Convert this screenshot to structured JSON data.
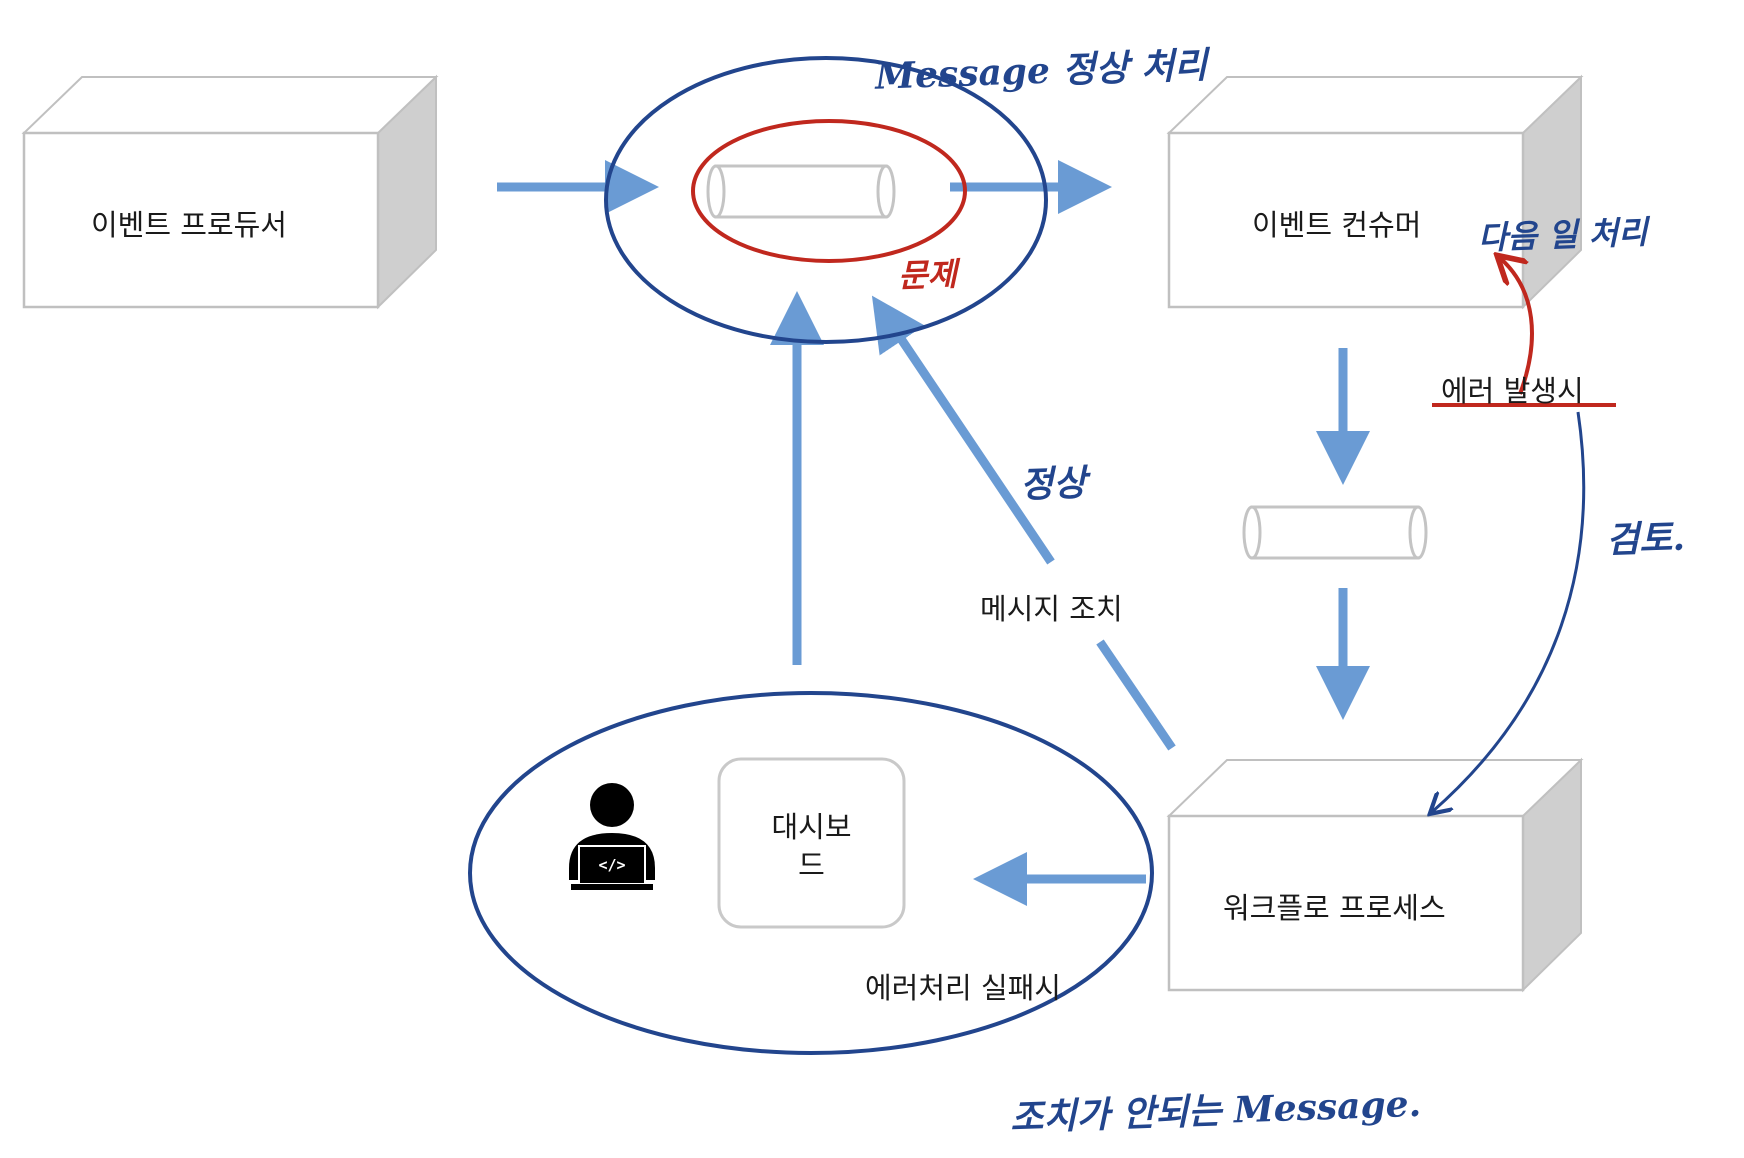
{
  "nodes": {
    "producer": "이벤트 프로듀서",
    "consumer": "이벤트 컨슈머",
    "workflow": "워크플로 프로세스",
    "dashboard_line1": "대시보",
    "dashboard_line2": "드"
  },
  "labels": {
    "error_occurs": "에러 발생시",
    "message_action": "메시지 조치",
    "error_fail": "에러처리 실패시"
  },
  "handwritten": {
    "message_normal": "Message 정상 처리",
    "problem": "문제",
    "next_work": "다음 일 처리",
    "normal": "정상",
    "review": "검토.",
    "unhandled_message": "조치가 안되는 Message."
  },
  "icons": {
    "queue_top": "queue-cylinder-icon",
    "queue_mid": "queue-cylinder-icon",
    "developer": "developer-laptop-icon"
  },
  "colors": {
    "flow_arrow": "#6a9bd4",
    "ink_blue": "#22458d",
    "ink_red": "#c0281e",
    "box_face": "#ffffff",
    "box_side": "#cfcfcf",
    "box_border": "#c7c7c7"
  }
}
